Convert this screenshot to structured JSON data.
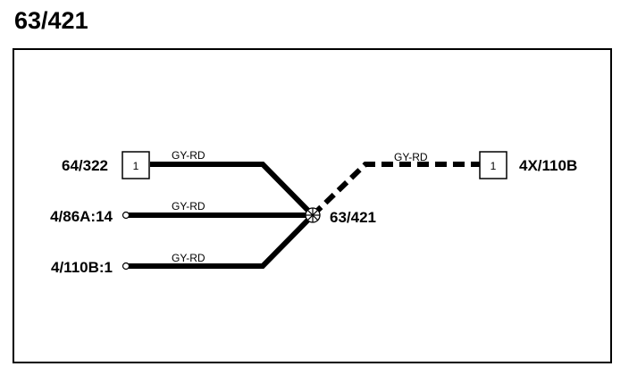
{
  "header": {
    "title": "63/421"
  },
  "diagram": {
    "splice_label": "63/421",
    "connectors": {
      "left_top": {
        "name": "64/322",
        "pin": "1"
      },
      "right": {
        "name": "4X/110B",
        "pin": "1"
      }
    },
    "terminals": {
      "left_mid": "4/86A:14",
      "left_bottom": "4/110B:1"
    },
    "wires": {
      "top_left": "GY-RD",
      "mid_left": "GY-RD",
      "bottom_left": "GY-RD",
      "right": "GY-RD"
    },
    "colors": {
      "wire": "#000000",
      "frame": "#000000"
    }
  }
}
